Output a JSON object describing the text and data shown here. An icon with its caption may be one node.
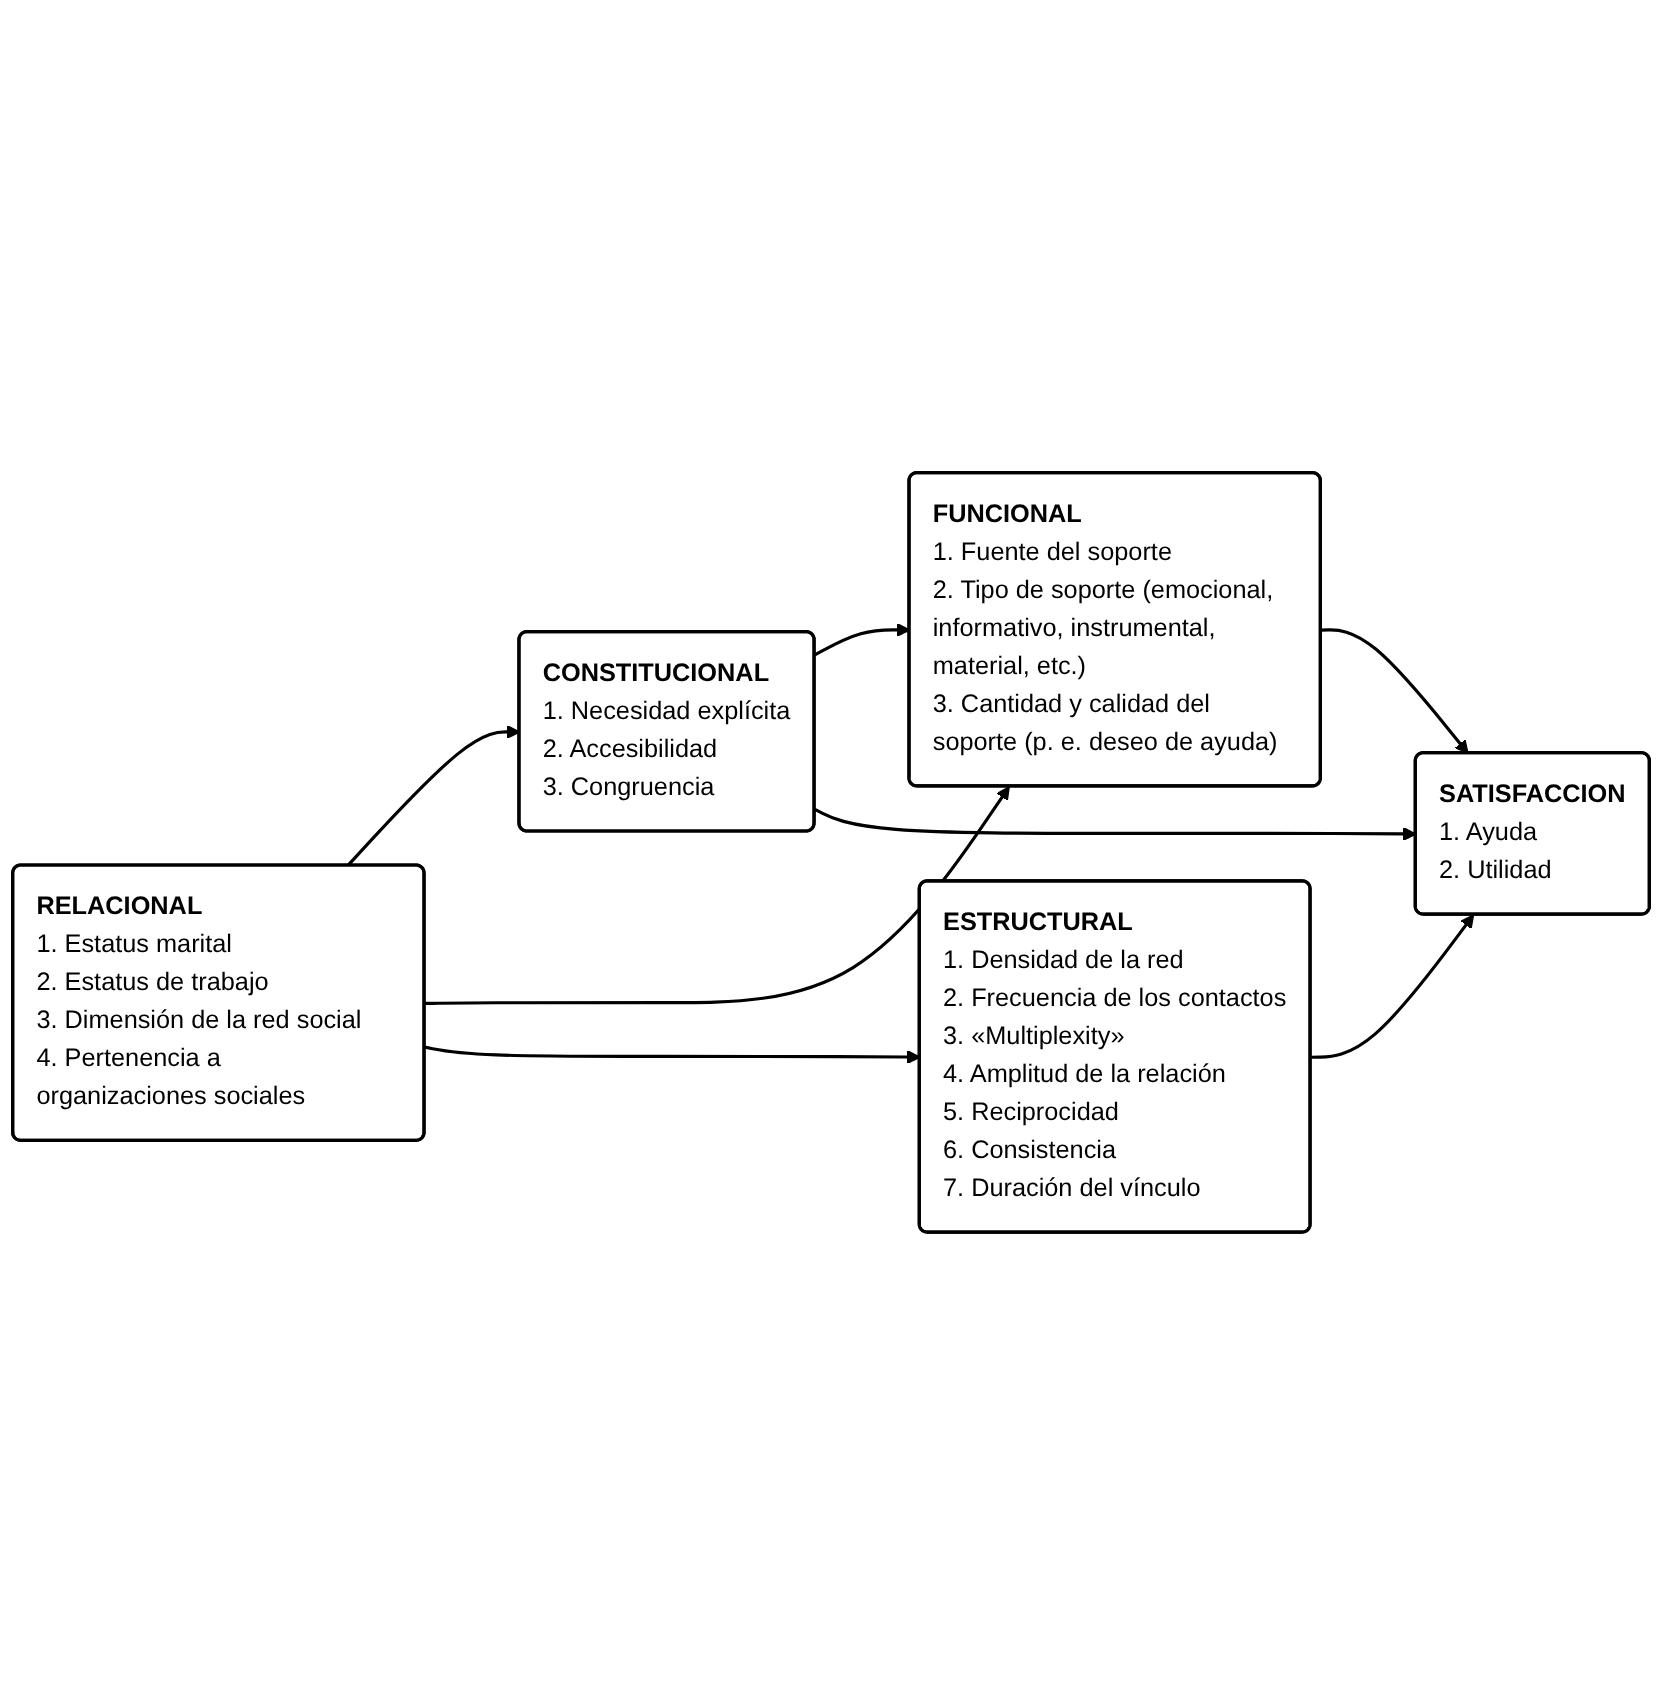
{
  "diagram": {
    "nodes": [
      {
        "text": [
          "CONSTITUCIONAL",
          "1. Necesidad explícita",
          "2. Accesibilidad",
          "3. Congruencia"
        ]
      },
      {
        "text": [
          "RELACIONAL",
          "1. Estatus marital",
          "2. Estatus de trabajo",
          "3. Dimensión de la red social",
          "4. Pertenencia a organizaciones sociales"
        ]
      },
      {
        "text": [
          "FUNCIONAL",
          "1. Fuente del soporte",
          "2. Tipo de soporte (emocional, informativo, instrumental, material, etc.)",
          "3. Cantidad y calidad del soporte (p. e. deseo de ayuda)"
        ]
      },
      {
        "text": [
          "ESTRUCTURAL",
          "1. Densidad de la red",
          "2. Frecuencia de los contactos",
          "3. «Multiplexity»",
          "4. Amplitud de la relación",
          "5. Reciprocidad",
          "6. Consistencia",
          "7. Duración del vínculo"
        ]
      },
      {
        "text": [
          "SATISFACCION",
          "1. Ayuda",
          "2. Utilidad"
        ]
      }
    ],
    "edges": [
      {
        "from": 1,
        "to": 0,
        "arrow": "to"
      },
      {
        "from": 0,
        "to": 2,
        "arrow": "to"
      },
      {
        "from": 1,
        "to": 2,
        "arrow": "to"
      },
      {
        "from": 1,
        "to": 3,
        "arrow": "to"
      },
      {
        "from": 2,
        "to": 4,
        "arrow": "to"
      },
      {
        "from": 3,
        "to": 4,
        "arrow": "to"
      },
      {
        "from": 0,
        "to": 4,
        "arrow": "to"
      }
    ]
  }
}
